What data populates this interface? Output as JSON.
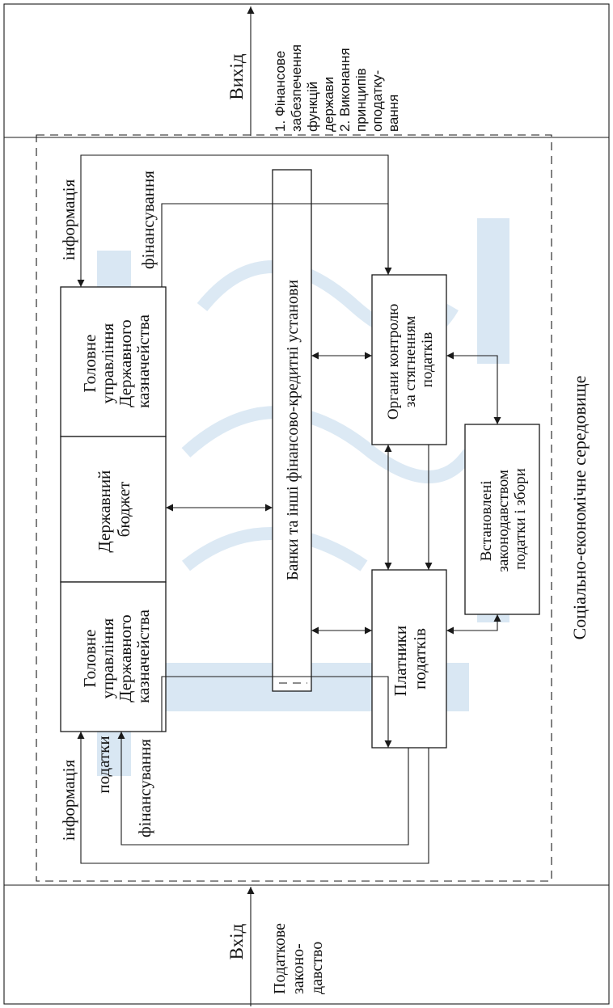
{
  "diagram": {
    "environment": "Соціально-економічне середовище",
    "input": {
      "label": "Вхід",
      "note": [
        "Податкове",
        "законо-",
        "давство"
      ]
    },
    "output": {
      "label": "Вихід",
      "note": [
        "1. Фінансове",
        "забезпечення",
        "функцій",
        "держави",
        "2. Виконання",
        "принципів",
        "оподатку-",
        "вання"
      ]
    },
    "boxes": {
      "treasury_right": [
        "Головне",
        "управління",
        "Державного",
        "казначейства"
      ],
      "budget": [
        "Державний",
        "бюджет"
      ],
      "treasury_left": [
        "Головне",
        "управління",
        "Державного",
        "казначейства"
      ],
      "banks": "Банки та інші фінансово-кредитні установи",
      "tax_control": [
        "Органи контролю",
        "за стягненням",
        "податків"
      ],
      "taxpayers": [
        "Платники",
        "податків"
      ],
      "taxes_law": [
        "Встановлені",
        "законодавством",
        "податки і збори"
      ]
    },
    "flows": {
      "info_top": "інформація",
      "financing_top": "фінансування",
      "info_bottom": "інформація",
      "taxes": "податки",
      "financing_bottom": "фінансування"
    }
  },
  "colors": {
    "line": "#1a1a1a",
    "watermark": "#b9d4ea"
  }
}
